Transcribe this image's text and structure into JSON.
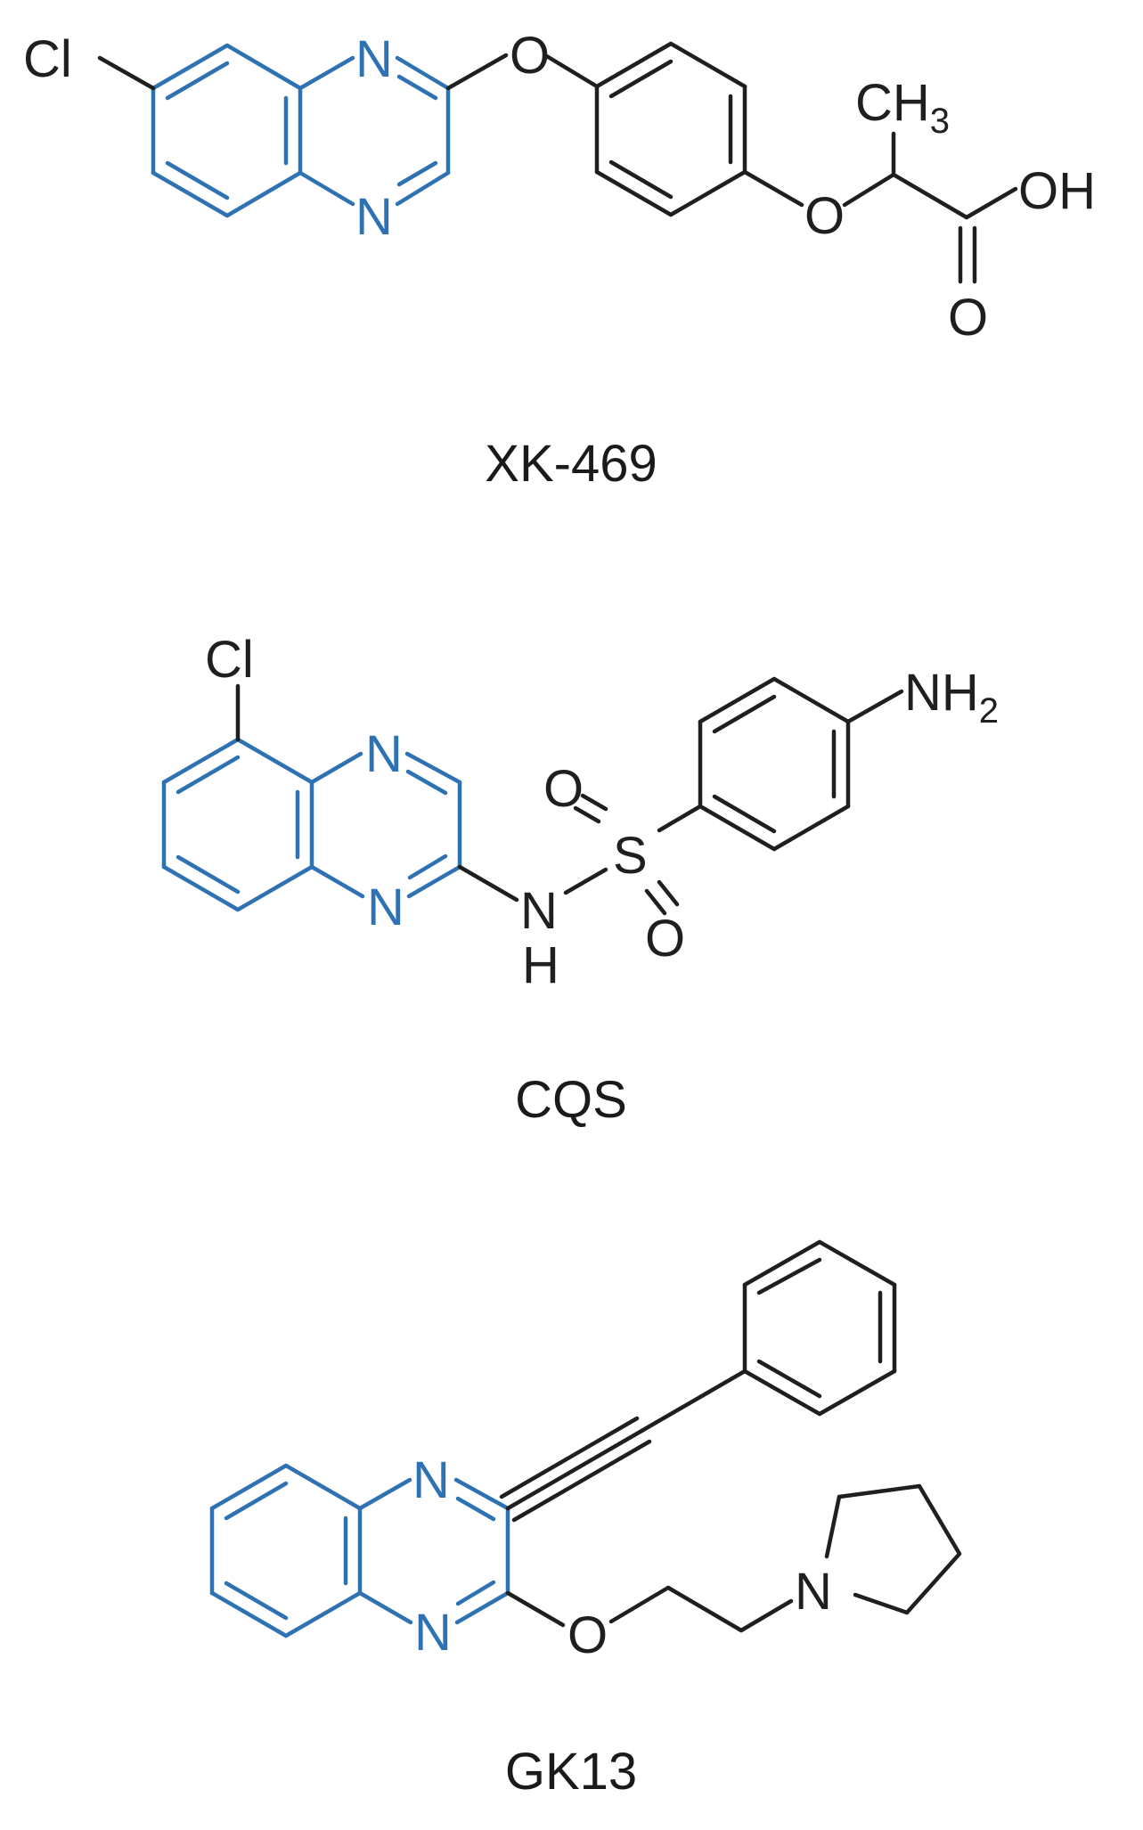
{
  "colors": {
    "core": "#2f72b4",
    "ink": "#1f1f1f",
    "background": "#ffffff"
  },
  "compounds": [
    {
      "name": "XK-469",
      "atoms": {
        "cl": "Cl",
        "n_top": "N",
        "n_bottom": "N",
        "o_ether1": "O",
        "o_ether2": "O",
        "ch3_main": "CH",
        "ch3_sub": "3",
        "oh": "OH",
        "o_carbonyl": "O"
      }
    },
    {
      "name": "CQS",
      "atoms": {
        "cl": "Cl",
        "n_top": "N",
        "n_bottom": "N",
        "nh_n": "N",
        "nh_h": "H",
        "s": "S",
        "o_top": "O",
        "o_bottom": "O",
        "nh2_main": "NH",
        "nh2_sub": "2"
      }
    },
    {
      "name": "GK13",
      "atoms": {
        "n_top": "N",
        "n_bottom": "N",
        "o_ether": "O",
        "n_pyrrolidine": "N"
      }
    }
  ]
}
